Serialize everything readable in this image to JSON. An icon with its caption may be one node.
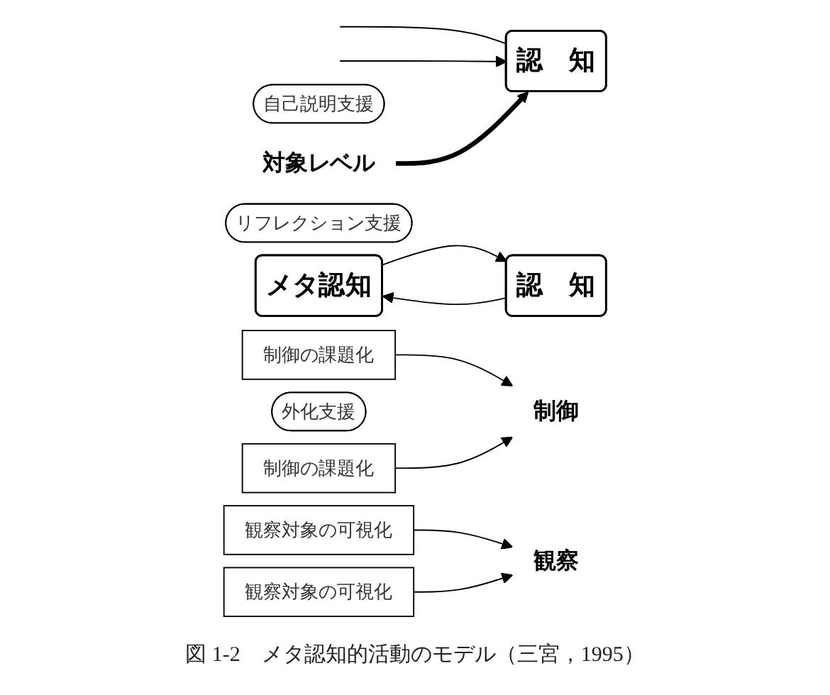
{
  "diagram": {
    "caption": "図 1-2　メタ認知的活動のモデル（三宮，1995）",
    "nodes": [
      {
        "text": [
          "認　知"
        ]
      },
      {
        "text": [
          "対象レベル"
        ]
      },
      {
        "text": [
          "メタ認知"
        ]
      },
      {
        "text": [
          "制御"
        ]
      },
      {
        "text": [
          "観察"
        ]
      },
      {
        "text": [
          "認　知"
        ]
      },
      {
        "text": [
          "自己説明支援"
        ]
      },
      {
        "text": [
          "制御の課題化"
        ]
      },
      {
        "text": [
          "リフレクション支援"
        ]
      },
      {
        "text": [
          "観察対象の可視化"
        ]
      },
      {
        "text": [
          "制御の課題化"
        ]
      },
      {
        "text": [
          "外化支援"
        ]
      },
      {
        "text": [
          "観察対象の可視化"
        ]
      }
    ],
    "edges": [
      {
        "from": 0,
        "to": null,
        "arrow": "none"
      },
      {
        "from": null,
        "to": 0,
        "arrow": "to"
      },
      {
        "from": 1,
        "to": 0,
        "arrow": "to",
        "style": "thick"
      },
      {
        "from": 2,
        "to": 5,
        "arrow": "to"
      },
      {
        "from": 5,
        "to": 2,
        "arrow": "to"
      },
      {
        "from": 7,
        "to": 3,
        "arrow": "to"
      },
      {
        "from": 10,
        "to": 3,
        "arrow": "to"
      },
      {
        "from": 9,
        "to": 4,
        "arrow": "to"
      },
      {
        "from": 12,
        "to": 4,
        "arrow": "to"
      }
    ]
  }
}
